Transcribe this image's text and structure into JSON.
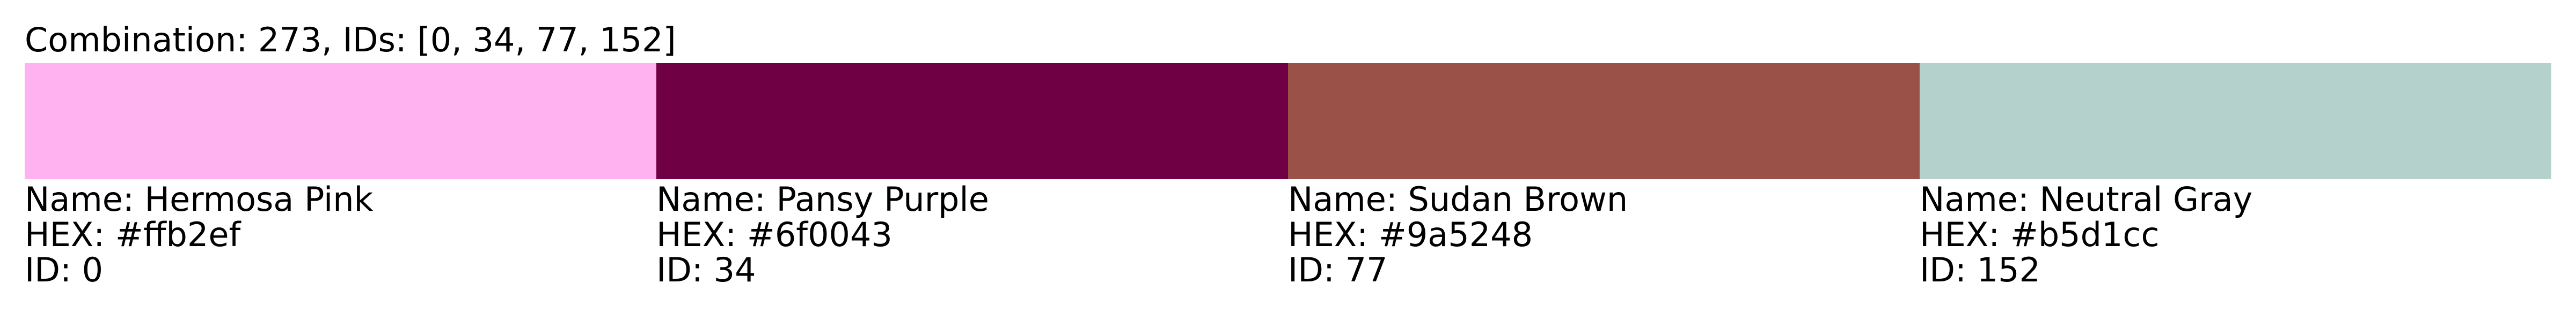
{
  "title": "Combination: 273, IDs: [0, 34, 77, 152]",
  "colors": [
    {
      "name_line": "Name: Hermosa Pink",
      "hex_line": "HEX: #ffb2ef",
      "id_line": "ID: 0",
      "hex": "#ffb2ef"
    },
    {
      "name_line": "Name: Pansy Purple",
      "hex_line": "HEX: #6f0043",
      "id_line": "ID: 34",
      "hex": "#6f0043"
    },
    {
      "name_line": "Name: Sudan Brown",
      "hex_line": "HEX: #9a5248",
      "id_line": "ID: 77",
      "hex": "#9a5248"
    },
    {
      "name_line": "Name: Neutral Gray",
      "hex_line": "HEX: #b5d1cc",
      "id_line": "ID: 152",
      "hex": "#b5d1cc"
    }
  ]
}
